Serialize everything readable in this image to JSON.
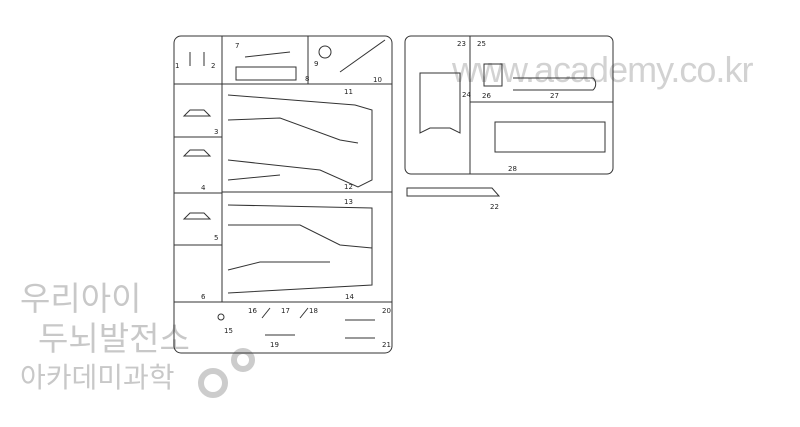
{
  "watermark": {
    "url": "www.academy.co.kr",
    "line1": "우리아이",
    "line2": "두뇌발전소",
    "line3": "아카데미과학"
  },
  "parts": {
    "p1": "1",
    "p2": "2",
    "p3": "3",
    "p4": "4",
    "p5": "5",
    "p6": "6",
    "p7": "7",
    "p8": "8",
    "p9": "9",
    "p10": "10",
    "p11": "11",
    "p12": "12",
    "p13": "13",
    "p14": "14",
    "p15": "15",
    "p16": "16",
    "p17": "17",
    "p18": "18",
    "p19": "19",
    "p20": "20",
    "p21": "21",
    "p22": "22",
    "p23": "23",
    "p24": "24",
    "p25": "25",
    "p26": "26",
    "p27": "27",
    "p28": "28"
  }
}
